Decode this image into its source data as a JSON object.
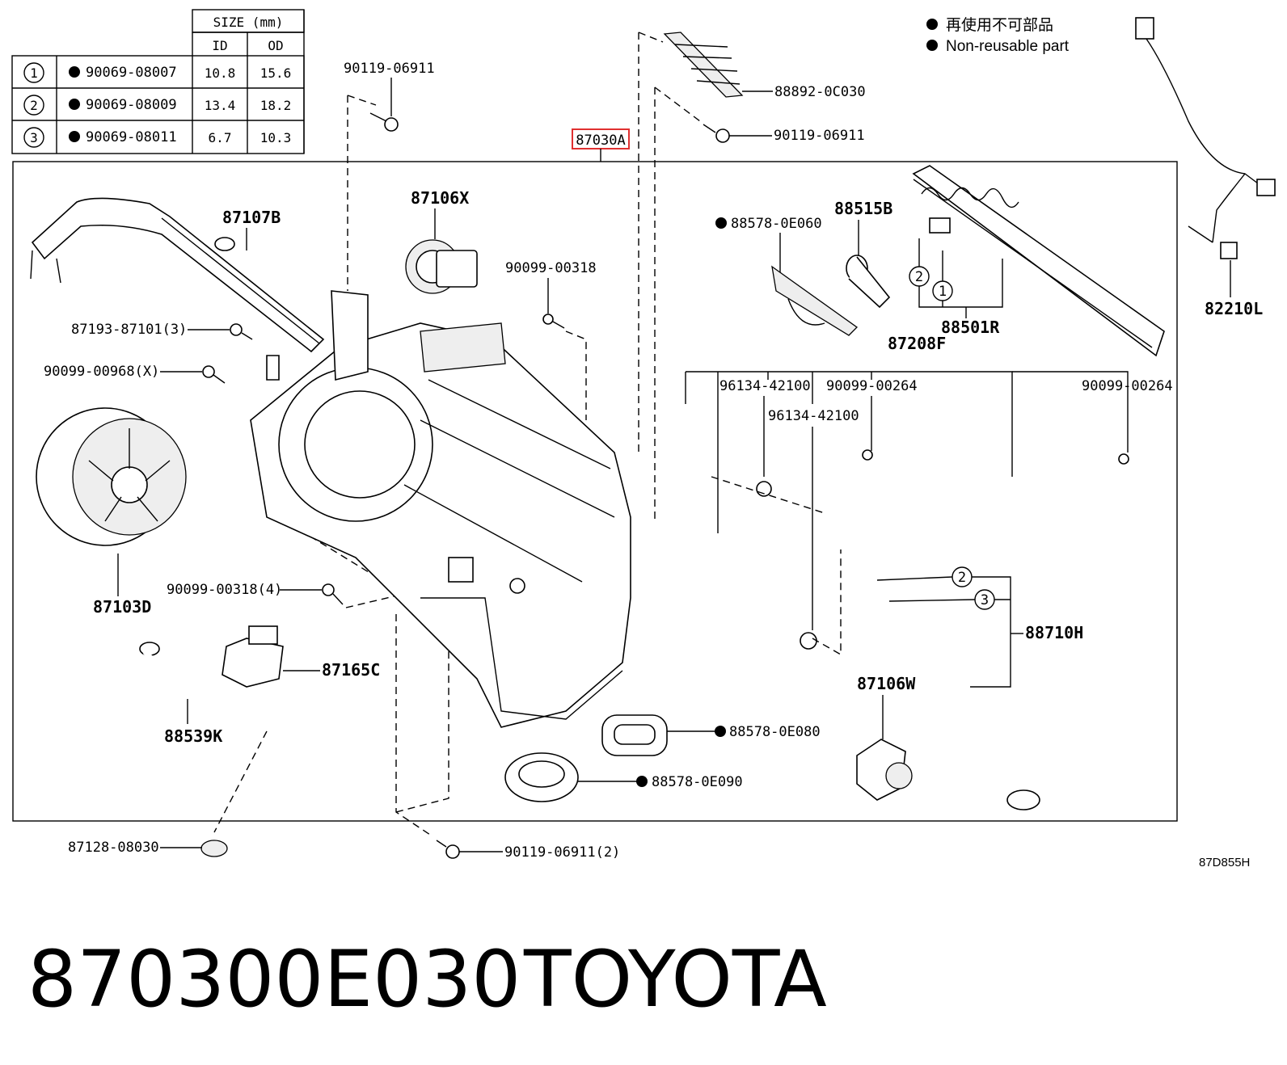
{
  "size_table": {
    "header_size": "SIZE (mm)",
    "header_id": "ID",
    "header_od": "OD",
    "rows": [
      {
        "num": "1",
        "part": "90069-08007",
        "id": "10.8",
        "od": "15.6"
      },
      {
        "num": "2",
        "part": "90069-08009",
        "id": "13.4",
        "od": "18.2"
      },
      {
        "num": "3",
        "part": "90069-08011",
        "id": "6.7",
        "od": "10.3"
      }
    ]
  },
  "legend": {
    "line_jp": "再使用不可部品",
    "line_en": "Non-reusable part"
  },
  "assembly_label": "87030A",
  "labels": {
    "l_90119_top": "90119-06911",
    "l_88892": "88892-0C030",
    "l_90119_right": "90119-06911",
    "l_87107B": "87107B",
    "l_87106X": "87106X",
    "l_90099_00318_a": "90099-00318",
    "l_87193": "87193-87101(3)",
    "l_90099_00968": "90099-00968(X)",
    "l_87103D": "87103D",
    "l_90099_00318_4": "90099-00318(4)",
    "l_87165C": "87165C",
    "l_88539K": "88539K",
    "l_87128": "87128-08030",
    "l_90119_bottom": "90119-06911(2)",
    "l_88578_0E060": "88578-0E060",
    "l_88515B": "88515B",
    "l_88501R": "88501R",
    "l_87208F": "87208F",
    "l_96134_a": "96134-42100",
    "l_96134_b": "96134-42100",
    "l_90099_00264_a": "90099-00264",
    "l_90099_00264_b": "90099-00264",
    "l_88710H": "88710H",
    "l_87106W": "87106W",
    "l_88578_0E080": "88578-0E080",
    "l_88578_0E090": "88578-0E090",
    "l_82210L": "82210L",
    "ref_code": "87D855H",
    "circle_1": "1",
    "circle_2": "2",
    "circle_3": "3"
  },
  "footer": {
    "part_number": "870300E030",
    "brand": "TOYOTA"
  },
  "colors": {
    "highlight": "#e03030"
  }
}
